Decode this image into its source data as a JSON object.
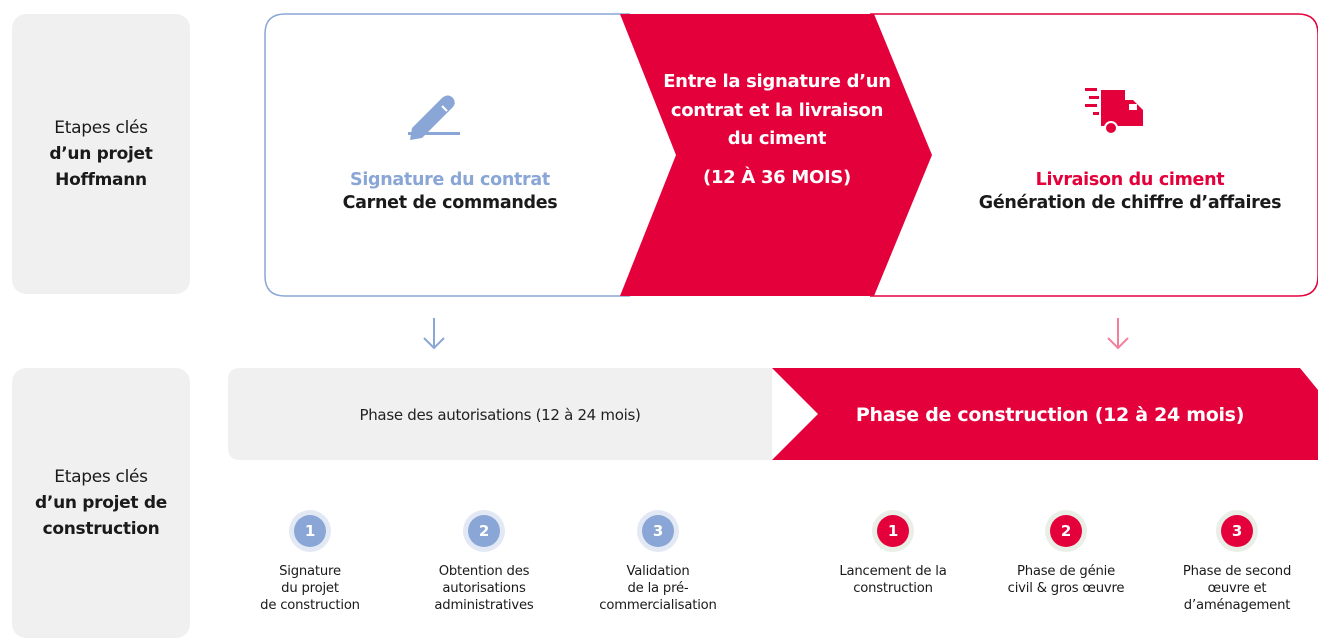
{
  "top_row": {
    "label_line1": "Etapes clés",
    "label_line2": "d’un projet Hoffmann",
    "stage_left": {
      "accent": "Signature du contrat",
      "text": "Carnet de commandes",
      "icon": "pen-signature-icon"
    },
    "middle": {
      "text": "Entre la signature d’un contrat et la livraison du ciment",
      "duration": "(12 À 36 MOIS)"
    },
    "stage_right": {
      "accent": "Livraison du ciment",
      "text": "Génération de chiffre d’affaires",
      "icon": "delivery-truck-icon"
    }
  },
  "bottom_row": {
    "label_line1": "Etapes clés",
    "label_line2": "d’un projet de construction",
    "phase_auth": "Phase des autorisations (12 à 24 mois)",
    "phase_cons": "Phase de construction (12 à 24 mois)",
    "auth_steps": [
      {
        "num": "1",
        "text": "Signature\ndu projet\nde construction"
      },
      {
        "num": "2",
        "text": "Obtention des\nautorisations\nadministratives"
      },
      {
        "num": "3",
        "text": "Validation\nde la pré-\ncommercialisation"
      }
    ],
    "cons_steps": [
      {
        "num": "1",
        "text": "Lancement de la\nconstruction"
      },
      {
        "num": "2",
        "text": "Phase de génie\ncivil & gros œuvre"
      },
      {
        "num": "3",
        "text": "Phase de second\nœuvre et\nd’aménagement"
      }
    ]
  },
  "colors": {
    "red": "#e4003b",
    "blue": "#8aa6d6",
    "grey": "#f0f0f0"
  }
}
